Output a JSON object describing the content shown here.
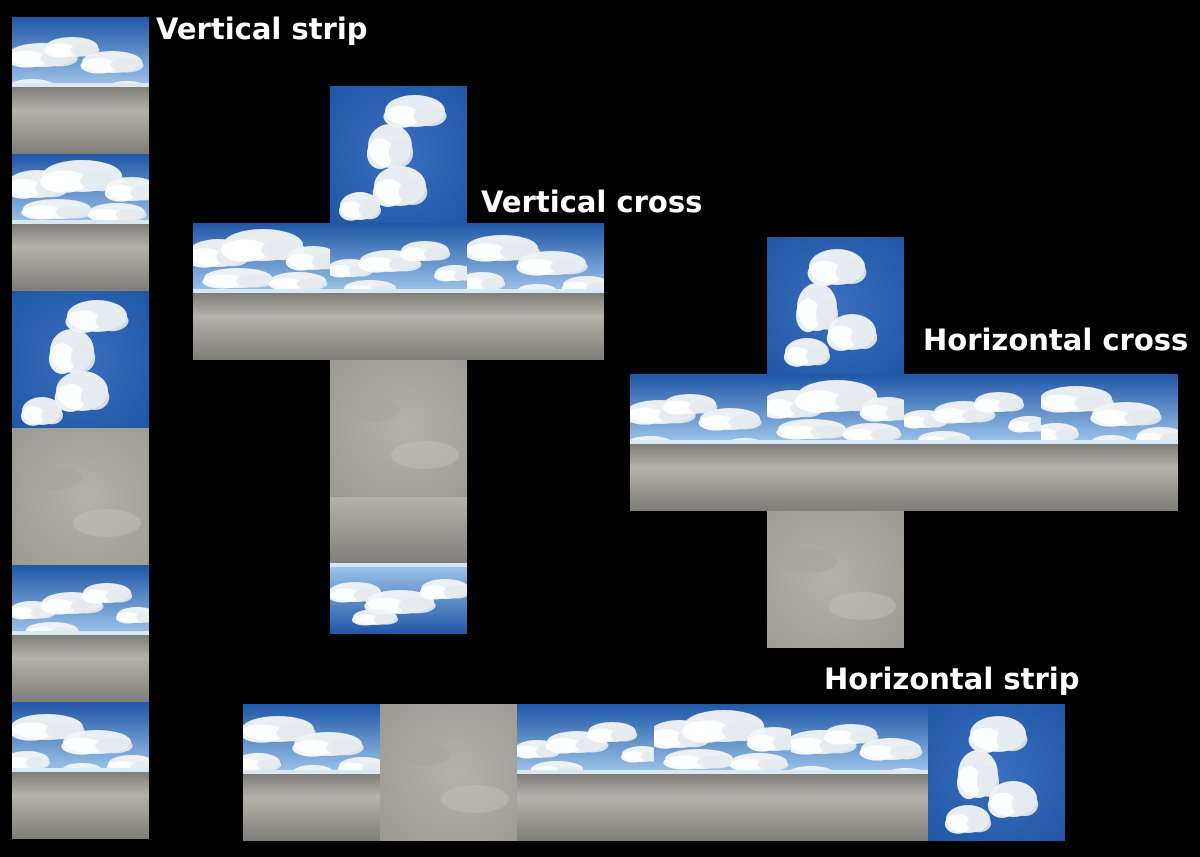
{
  "labels": {
    "vertical_strip": "Vertical strip",
    "vertical_cross": "Vertical cross",
    "horizontal_cross": "Horizontal cross",
    "horizontal_strip": "Horizontal strip"
  },
  "colors": {
    "background": "#000000",
    "label_text": "#ffffff",
    "sky_top": "#1f56a6",
    "sky_horizon": "#9fc6ea",
    "cloud": "#f2f4f7",
    "ground_light": "#b5b2ab",
    "ground_dark": "#7f7d78"
  },
  "layouts": {
    "vertical_strip": [
      "side",
      "side",
      "up",
      "down",
      "side",
      "side"
    ],
    "vertical_cross": [
      "up",
      "side",
      "side",
      "side",
      "down",
      "side"
    ],
    "horizontal_cross": [
      "up",
      "side",
      "side",
      "side",
      "side",
      "down"
    ],
    "horizontal_strip": [
      "side",
      "down",
      "side",
      "side",
      "side",
      "up"
    ]
  }
}
